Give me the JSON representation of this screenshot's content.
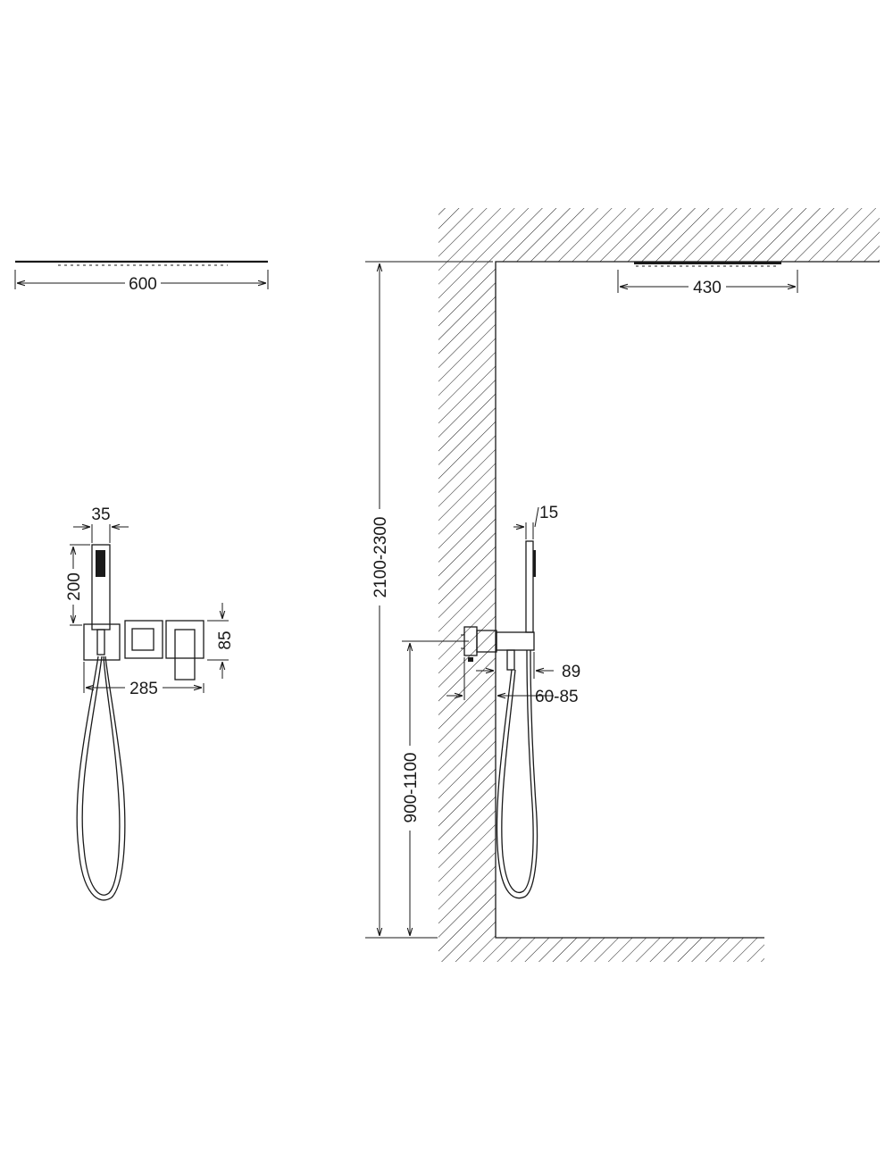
{
  "dimensions": {
    "rain_head_width": "600",
    "rain_head_offset": "430",
    "handshower_width": "35",
    "handshower_length": "200",
    "plate_height": "85",
    "plate_assembly_width": "285",
    "install_height_total": "2100-2300",
    "mixer_height": "900-1100",
    "handshower_depth": "15",
    "projection": "89",
    "recess_depth": "60-85"
  },
  "colors": {
    "line": "#1a1a1a",
    "background": "#ffffff"
  }
}
